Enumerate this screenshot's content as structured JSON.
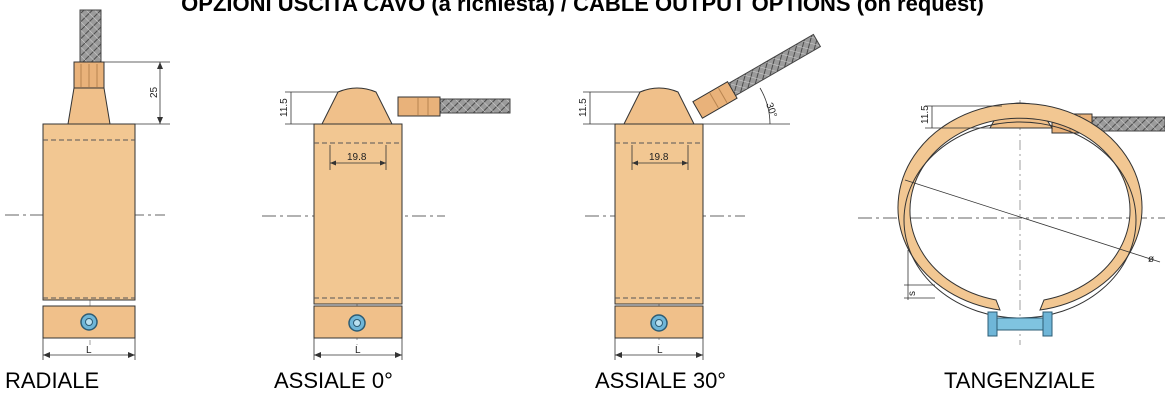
{
  "title": "OPZIONI USCITA CAVO (a richiesta) / CABLE OUTPUT OPTIONS (on request)",
  "captions": {
    "radiale": "RADIALE",
    "assiale0": "ASSIALE 0°",
    "assiale30": "ASSIALE 30°",
    "tangenziale": "TANGENZIALE"
  },
  "dimensions": {
    "cable_length": "25",
    "cap_height": "11.5",
    "cap_width": "19.8",
    "angle": "30°",
    "width": "L",
    "diameter": "ø",
    "thickness": "s"
  },
  "colors": {
    "body": "#f2c792",
    "body_dark": "#e3ab6f",
    "outline": "#333333",
    "cable": "#8a8a8a",
    "screw": "#6fb6d8",
    "clamp": "#7fc3e0"
  }
}
